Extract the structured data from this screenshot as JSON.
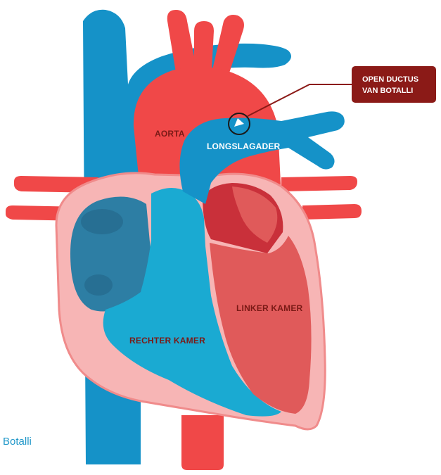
{
  "labels": {
    "aorta": "AORTA",
    "longslagader": "LONGSLAGADER",
    "linker_kamer": "LINKER KAMER",
    "rechter_kamer": "RECHTER KAMER"
  },
  "callout": {
    "line1": "OPEN DUCTUS",
    "line2": "VAN BOTALLI"
  },
  "caption": "Botalli",
  "colors": {
    "vein_blue": "#1592c8",
    "artery_red": "#f04848",
    "heart_pink": "#f7b5b5",
    "heart_outline": "#f08b8b",
    "right_ventricle": "#1aaad2",
    "right_atrium": "#2d7ea4",
    "left_ventricle": "#e05a5a",
    "left_atrium": "#c9303a",
    "callout_box": "#8b1a17",
    "label_dark": "#7a1a16"
  }
}
